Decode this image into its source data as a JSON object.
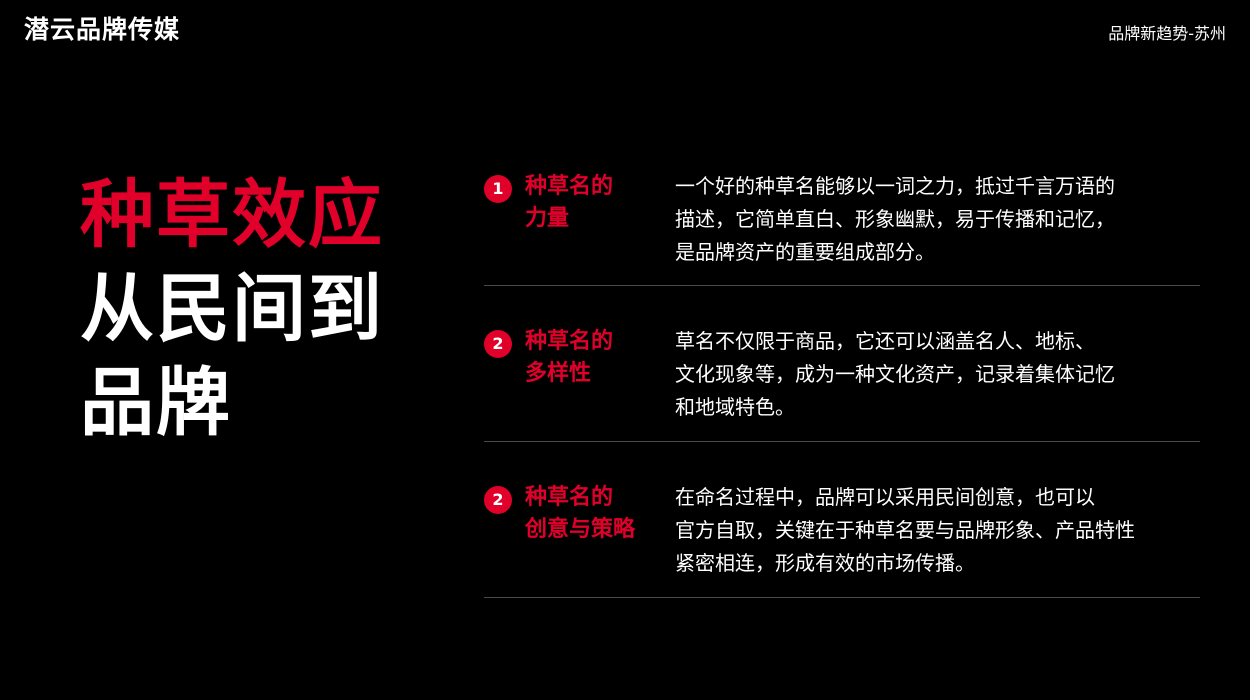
{
  "header": {
    "brand": "潜云品牌传媒",
    "tagline": "品牌新趋势-苏州"
  },
  "headline": {
    "line1": "种草效应",
    "line2": "从民间到",
    "line3": "品牌"
  },
  "points": [
    {
      "number": "1",
      "title": "种草名的\n力量",
      "description": "一个好的种草名能够以一词之力，抵过千言万语的\n描述，它简单直白、形象幽默，易于传播和记忆，\n是品牌资产的重要组成部分。"
    },
    {
      "number": "2",
      "title": "种草名的\n多样性",
      "description": "草名不仅限于商品，它还可以涵盖名人、地标、\n文化现象等，成为一种文化资产，记录着集体记忆\n和地域特色。"
    },
    {
      "number": "2",
      "title": "种草名的\n创意与策略",
      "description": "在命名过程中，品牌可以采用民间创意，也可以\n官方自取，关键在于种草名要与品牌形象、产品特性\n紧密相连，形成有效的市场传播。"
    }
  ],
  "colors": {
    "accent": "#e0002a",
    "background": "#000000",
    "text": "#ffffff"
  }
}
